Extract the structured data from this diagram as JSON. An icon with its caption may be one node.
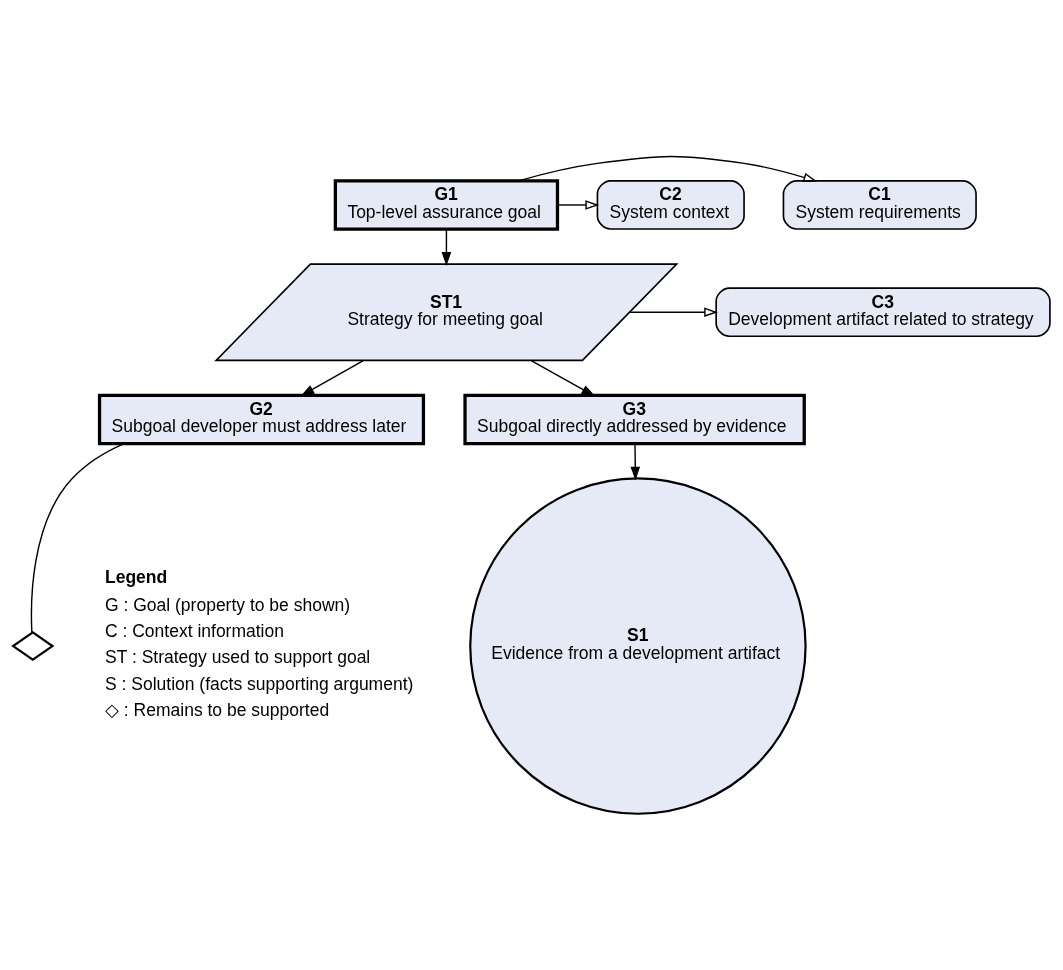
{
  "diagram": {
    "nodes": [
      {
        "text": [
          "C1",
          "System requirements"
        ]
      },
      {
        "text": [
          "G1",
          "Top-level assurance goal"
        ]
      },
      {
        "text": [
          "C2",
          "System context"
        ]
      },
      {
        "text": [
          "C3",
          "Development artifact related to strategy"
        ]
      },
      {
        "text": [
          "ST1",
          "Strategy for meeting goal"
        ]
      },
      {
        "text": [
          "G2",
          "Subgoal developer must address later"
        ]
      },
      {
        "text": [
          "G3",
          "Subgoal directly addressed by evidence"
        ]
      },
      {
        "text": [],
        "shape": "diamond"
      },
      {
        "text": [
          "S1",
          "Evidence from a development artifact"
        ]
      }
    ],
    "edges": [
      {
        "from": 1,
        "to": 0,
        "arrow": "to"
      },
      {
        "from": 1,
        "to": 2,
        "arrow": "to"
      },
      {
        "from": 1,
        "to": 4,
        "arrow": "to"
      },
      {
        "from": 4,
        "to": 3,
        "arrow": "to"
      },
      {
        "from": 4,
        "to": 5,
        "arrow": "to"
      },
      {
        "from": 4,
        "to": 6,
        "arrow": "to"
      },
      {
        "from": 5,
        "to": 7,
        "arrow": "none"
      },
      {
        "from": 6,
        "to": 8,
        "arrow": "to"
      }
    ],
    "labels": [
      "Legend"
    ],
    "legend": [
      {
        "text": "G : Goal (property to be shown)"
      },
      {
        "text": "C : Context information"
      },
      {
        "text": "ST : Strategy used to support goal"
      },
      {
        "text": "S : Solution (facts supporting argument)"
      },
      {
        "text": "◇ : Remains to be supported"
      }
    ]
  }
}
